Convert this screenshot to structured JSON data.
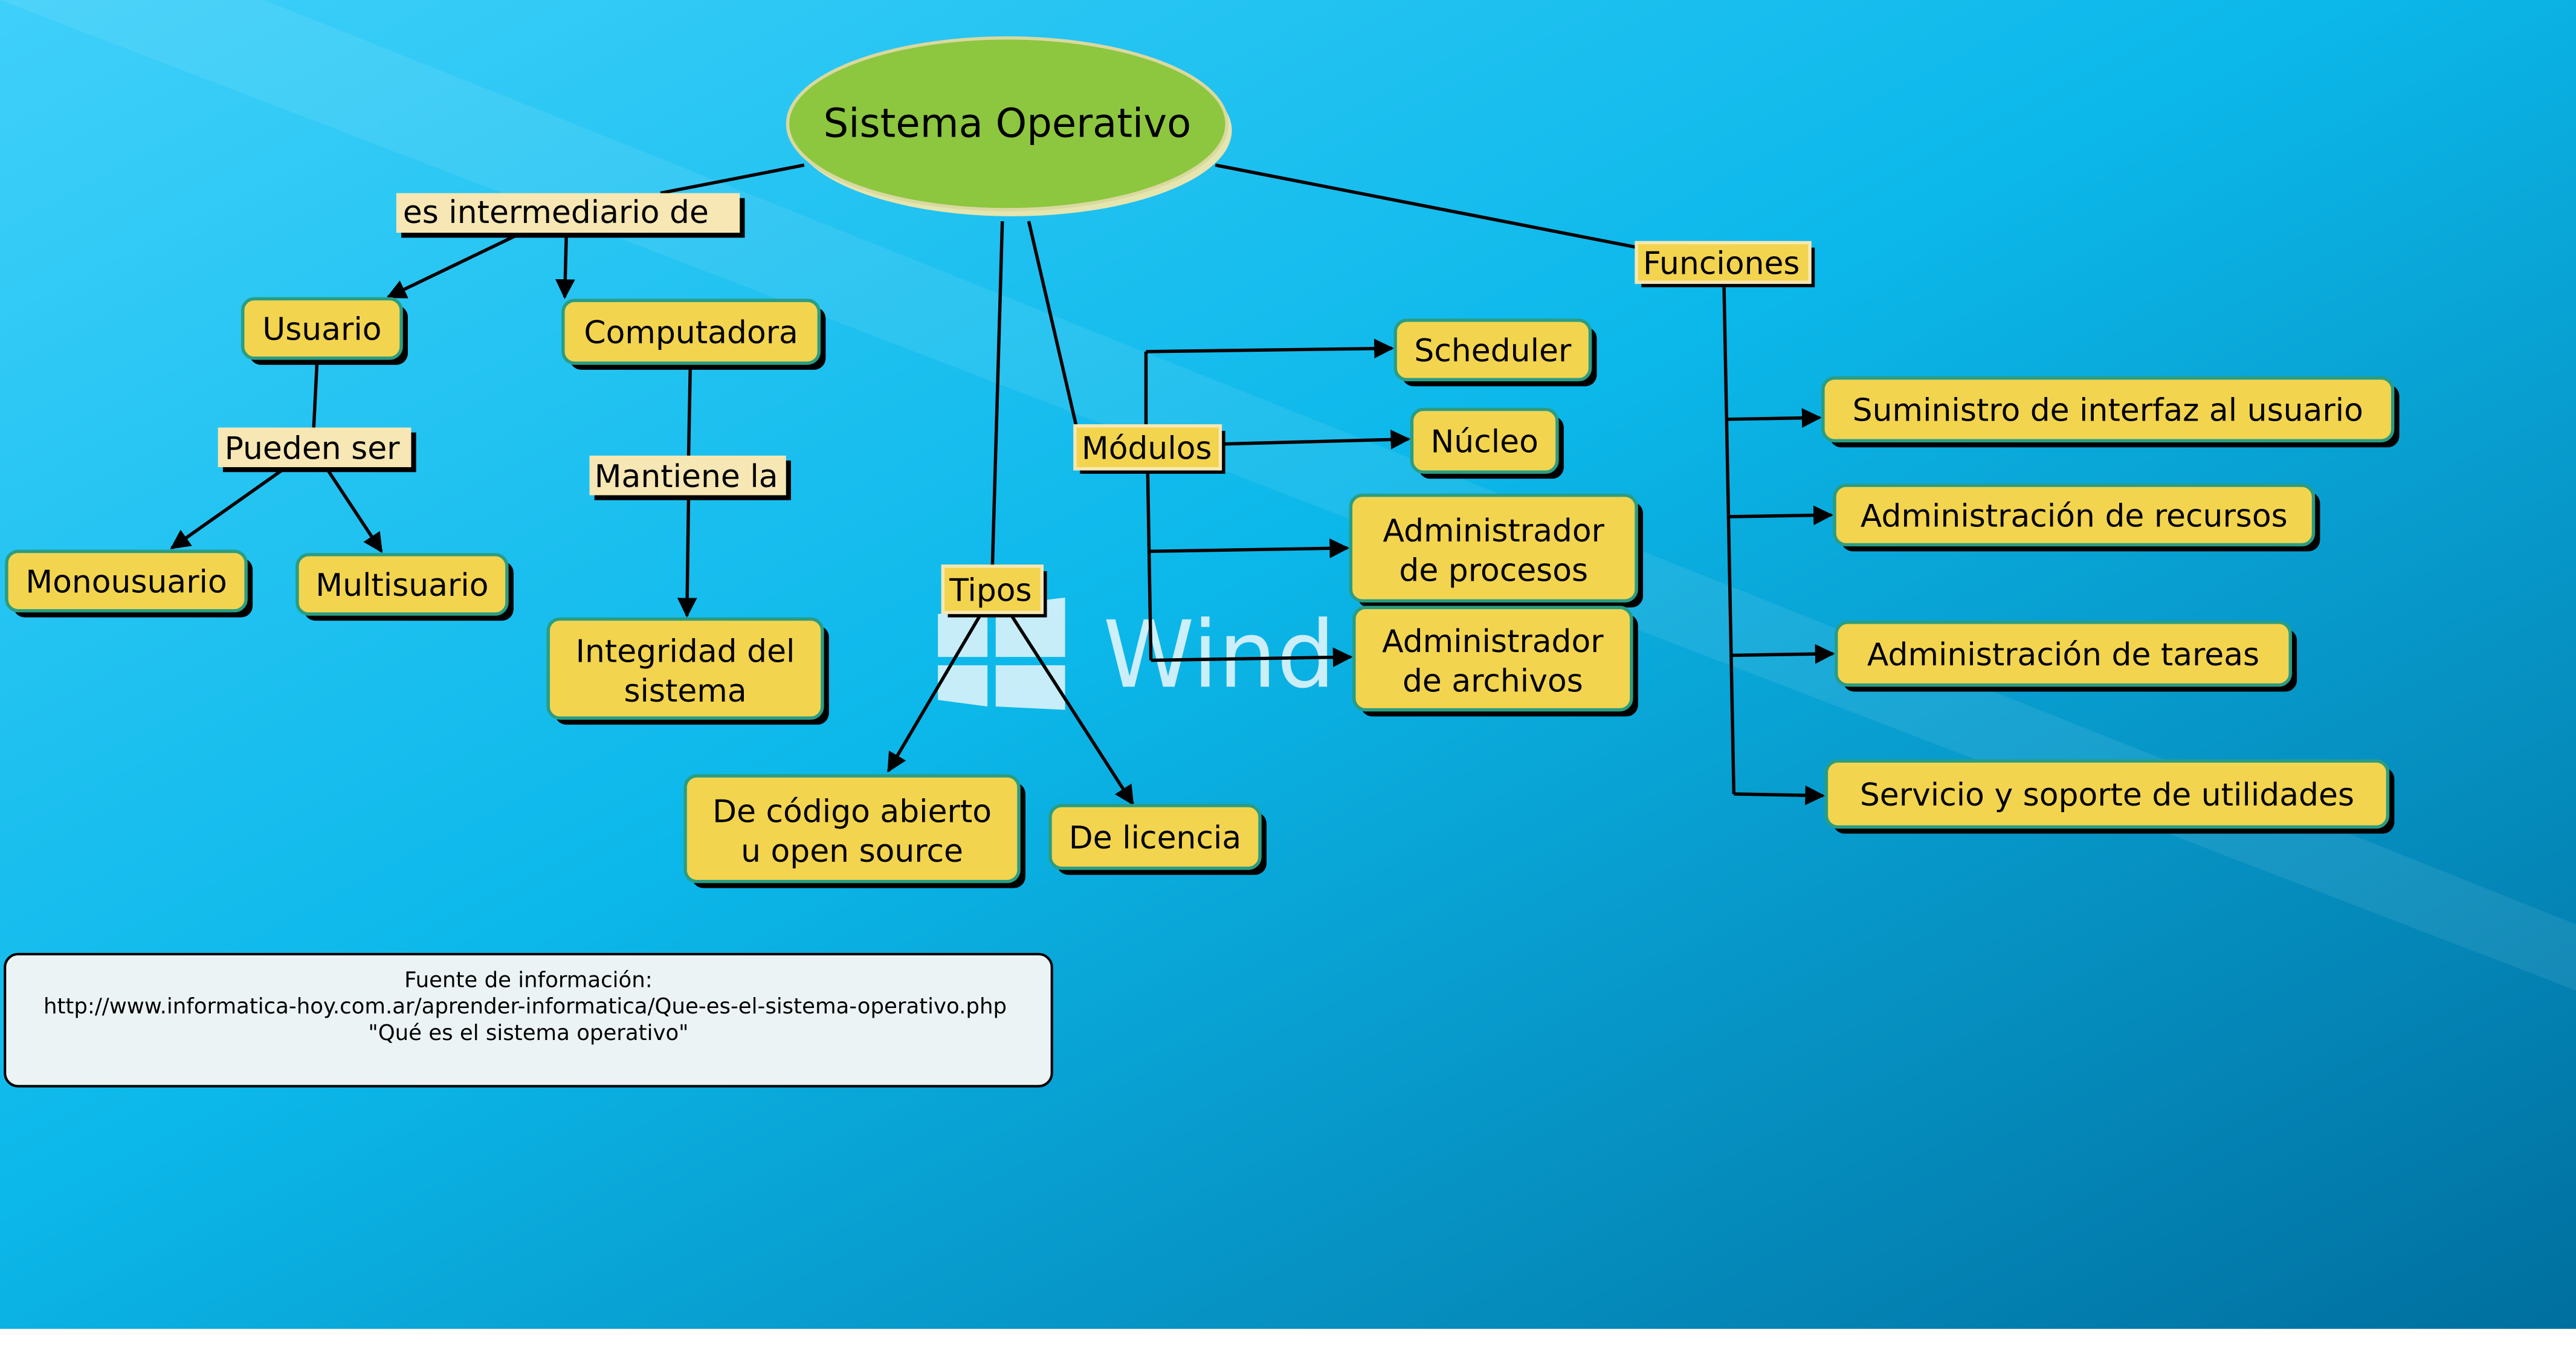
{
  "colors": {
    "node_fill": "#f3d44f",
    "node_border": "#2a9d83",
    "label_fill": "#f7e7b4",
    "root_fill": "#8dc63f",
    "bg_top": "#12c3f5",
    "bg_bottom": "#0071a6",
    "source_fill": "#ecf3f5"
  },
  "background": {
    "logo_text": "Wind"
  },
  "root": {
    "label": "Sistema Operativo"
  },
  "links": {
    "intermediario": "es intermediario de",
    "pueden_ser": "Pueden ser",
    "mantiene": "Mantiene la",
    "tipos": "Tipos",
    "modulos": "Módulos",
    "funciones": "Funciones"
  },
  "nodes": {
    "usuario": "Usuario",
    "computadora": "Computadora",
    "monousuario": "Monousuario",
    "multisuario": "Multisuario",
    "integridad": [
      "Integridad del",
      "sistema"
    ],
    "codigo_abierto": [
      "De código abierto",
      "u open source"
    ],
    "licencia": "De licencia",
    "scheduler": "Scheduler",
    "nucleo": "Núcleo",
    "adm_procesos": [
      "Administrador",
      "de procesos"
    ],
    "adm_archivos": [
      "Administrador",
      "de archivos"
    ],
    "suministro": "Suministro de interfaz al usuario",
    "recursos": "Administración de recursos",
    "tareas": "Administración de tareas",
    "servicio": "Servicio y soporte de utilidades"
  },
  "source": {
    "line1": "Fuente de información:",
    "line2": "http://www.informatica-hoy.com.ar/aprender-informatica/Que-es-el-sistema-operativo.php",
    "line3": "\"Qué es el sistema operativo\""
  }
}
